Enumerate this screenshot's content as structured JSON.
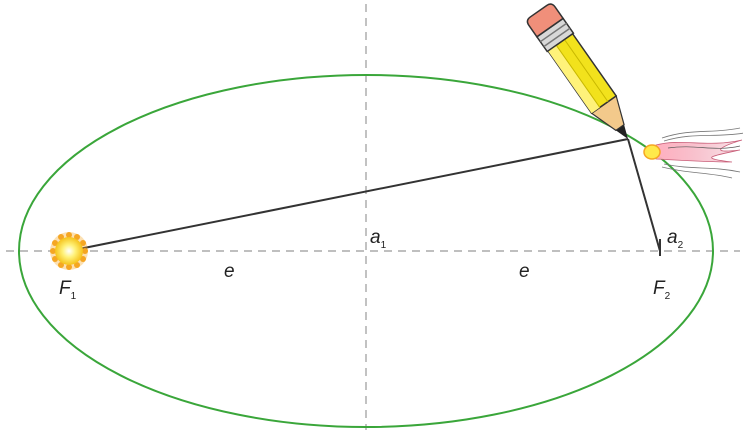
{
  "labels": {
    "focus1": {
      "main": "F",
      "sub": "1"
    },
    "focus2": {
      "main": "F",
      "sub": "2"
    },
    "dist_left": "e",
    "dist_right": "e",
    "arm1": {
      "main": "a",
      "sub": "1"
    },
    "arm2": {
      "main": "a",
      "sub": "2"
    }
  },
  "colors": {
    "ellipse": "#3aa63a",
    "axis": "#999999",
    "string": "#333333",
    "sun_core": "#ffe94a",
    "sun_rays": "#f5a623",
    "pencil_body": "#f2e21c",
    "pencil_eraser": "#f08f7a",
    "comet_tail": "#e88aa0"
  },
  "icons": {
    "sun": "sun-icon",
    "pencil": "pencil-icon",
    "comet": "comet-icon"
  }
}
